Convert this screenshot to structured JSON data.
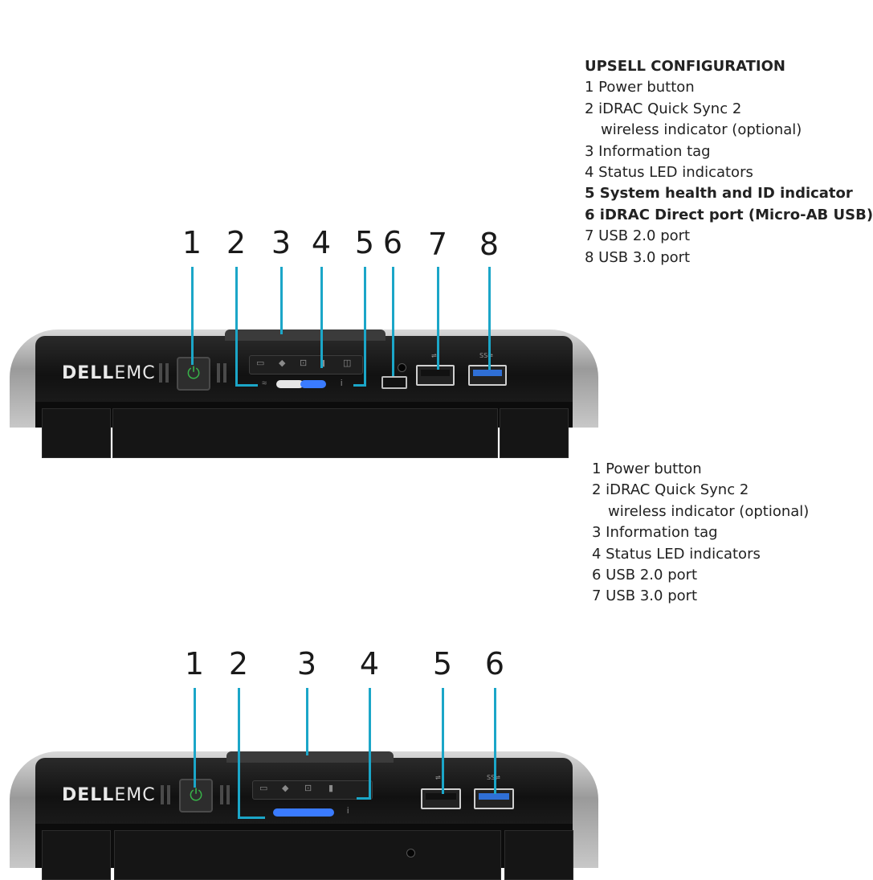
{
  "top": {
    "legend": {
      "title": "UPSELL CONFIGURATION",
      "items": [
        {
          "text": "1 Power button",
          "bold": false
        },
        {
          "text": "2 iDRAC Quick Sync 2",
          "bold": false
        },
        {
          "text": "wireless indicator (optional)",
          "bold": false,
          "indent": true
        },
        {
          "text": "3 Information tag",
          "bold": false
        },
        {
          "text": "4 Status LED indicators",
          "bold": false
        },
        {
          "text": "5 System health and ID indicator",
          "bold": true
        },
        {
          "text": "6 iDRAC Direct port (Micro-AB USB)",
          "bold": true
        },
        {
          "text": "7 USB 2.0 port",
          "bold": false
        },
        {
          "text": "8 USB 3.0 port",
          "bold": false
        }
      ]
    },
    "callouts": [
      "1",
      "2",
      "3",
      "4",
      "5",
      "6",
      "7",
      "8"
    ],
    "logo": {
      "dell": "DELL",
      "emc": "EMC"
    }
  },
  "bottom": {
    "legend": {
      "items": [
        {
          "text": "1 Power button",
          "bold": false
        },
        {
          "text": "2 iDRAC Quick Sync 2",
          "bold": false
        },
        {
          "text": "wireless indicator (optional)",
          "bold": false,
          "indent": true
        },
        {
          "text": "3 Information tag",
          "bold": false
        },
        {
          "text": "4 Status LED indicators",
          "bold": false
        },
        {
          "text": "6 USB 2.0 port",
          "bold": false
        },
        {
          "text": "7 USB 3.0 port",
          "bold": false
        }
      ]
    },
    "callouts": [
      "1",
      "2",
      "3",
      "4",
      "5",
      "6"
    ],
    "logo": {
      "dell": "DELL",
      "emc": "EMC"
    }
  },
  "colors": {
    "leader": "#1ba6c8",
    "power_led": "#38b449",
    "health_led": "#3a7bff"
  }
}
